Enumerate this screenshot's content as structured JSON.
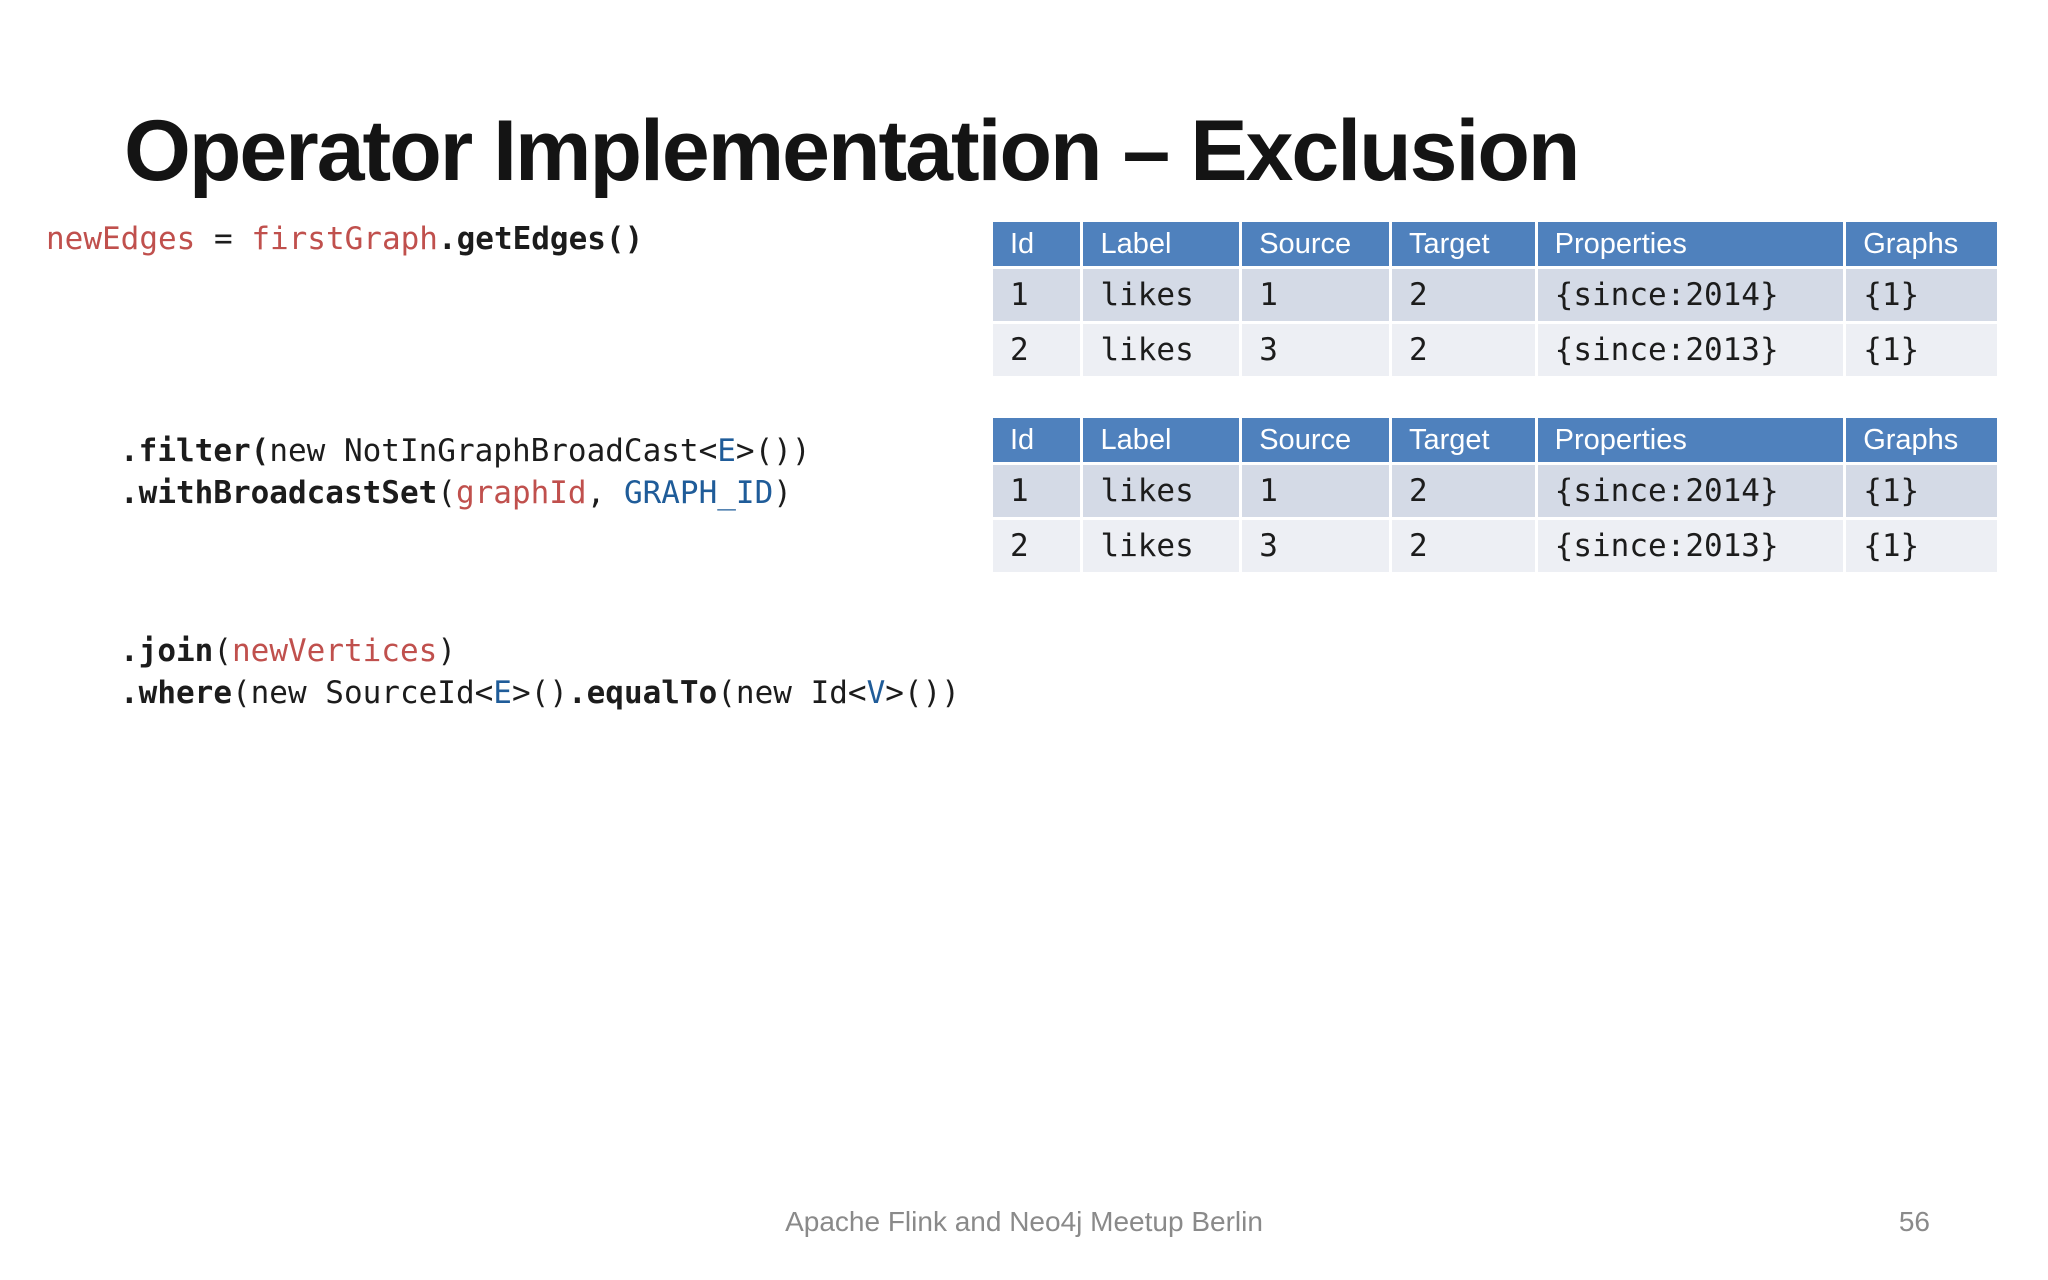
{
  "slide": {
    "title": "Operator Implementation – Exclusion",
    "footer": {
      "text": "Apache Flink and Neo4j Meetup Berlin",
      "page_number": "56"
    }
  },
  "code": {
    "lines": [
      {
        "segments": [
          {
            "text": "newEdges",
            "style": "red"
          },
          {
            "text": " = ",
            "style": "plain"
          },
          {
            "text": "firstGraph",
            "style": "red"
          },
          {
            "text": ".getEdges()",
            "style": "bold"
          }
        ]
      },
      {
        "segments": [
          {
            "text": ".filter(",
            "style": "bold"
          },
          {
            "text": "new NotInGraphBroadCast<",
            "style": "plain"
          },
          {
            "text": "E",
            "style": "blue"
          },
          {
            "text": ">())",
            "style": "plain"
          }
        ]
      },
      {
        "segments": [
          {
            "text": ".withBroadcastSet",
            "style": "bold"
          },
          {
            "text": "(",
            "style": "plain"
          },
          {
            "text": "graphId",
            "style": "red"
          },
          {
            "text": ", ",
            "style": "plain"
          },
          {
            "text": "GRAPH_ID",
            "style": "blue"
          },
          {
            "text": ")",
            "style": "plain"
          }
        ]
      },
      {
        "segments": [
          {
            "text": ".join",
            "style": "bold"
          },
          {
            "text": "(",
            "style": "plain"
          },
          {
            "text": "newVertices",
            "style": "red"
          },
          {
            "text": ")",
            "style": "plain"
          }
        ]
      },
      {
        "segments": [
          {
            "text": ".where",
            "style": "bold"
          },
          {
            "text": "(new SourceId<",
            "style": "plain"
          },
          {
            "text": "E",
            "style": "blue"
          },
          {
            "text": ">()",
            "style": "plain"
          },
          {
            "text": ".equalTo",
            "style": "bold"
          },
          {
            "text": "(new Id<",
            "style": "plain"
          },
          {
            "text": "V",
            "style": "blue"
          },
          {
            "text": ">())",
            "style": "plain"
          }
        ]
      }
    ]
  },
  "tables": {
    "headers": [
      "Id",
      "Label",
      "Source",
      "Target",
      "Properties",
      "Graphs"
    ],
    "edge_table_top": {
      "rows": [
        [
          "1",
          "likes",
          "1",
          "2",
          "{since:2014}",
          "{1}"
        ],
        [
          "2",
          "likes",
          "3",
          "2",
          "{since:2013}",
          "{1}"
        ]
      ]
    },
    "edge_table_bottom": {
      "rows": [
        [
          "1",
          "likes",
          "1",
          "2",
          "{since:2014}",
          "{1}"
        ],
        [
          "2",
          "likes",
          "3",
          "2",
          "{since:2013}",
          "{1}"
        ]
      ]
    }
  },
  "colors": {
    "table_header_blue": "#4F81BD",
    "table_row_odd": "#D4DAE6",
    "table_row_even": "#EDEFF4",
    "code_identifier_red": "#C0504D",
    "code_type_blue": "#1F5C99",
    "code_black": "#1c1c1c",
    "footer_gray": "#8A8A8A"
  }
}
